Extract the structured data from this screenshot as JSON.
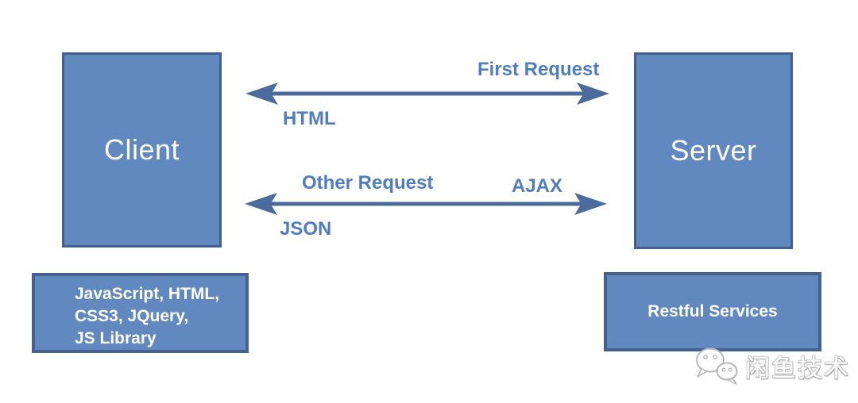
{
  "diagram": {
    "client_box": {
      "label": "Client"
    },
    "server_box": {
      "label": "Server"
    },
    "first_request_arrow": {
      "label_top_right": "First Request",
      "label_bottom_left": "HTML"
    },
    "other_request_arrow": {
      "label_top_left": "Other Request",
      "label_top_right": "AJAX",
      "label_bottom_left": "JSON"
    },
    "client_tech_box": {
      "lines": [
        "JavaScript, HTML,",
        "CSS3, JQuery,",
        "JS Library"
      ]
    },
    "server_tech_box": {
      "label": "Restful Services"
    },
    "watermark": {
      "icon": "wechat-icon",
      "text": "闲鱼技术"
    },
    "colors": {
      "box_fill": "#6189bf",
      "box_border": "#41608f",
      "arrow": "#4a6b9b",
      "arrow_label_text": "#4f7dc0",
      "box_text": "#ffffff",
      "background": "#ffffff"
    }
  }
}
